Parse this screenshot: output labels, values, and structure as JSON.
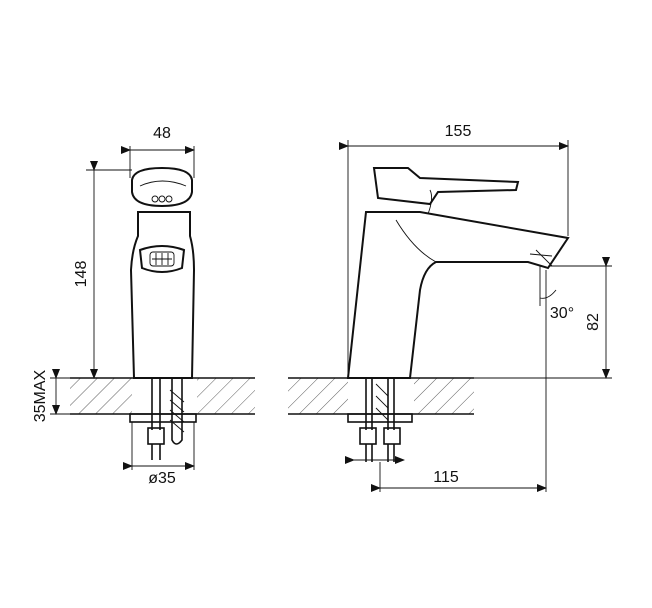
{
  "dimensions": {
    "front_width": "48",
    "front_height": "148",
    "max_counter": "35MAX",
    "hole_diameter": "ø35",
    "side_length": "155",
    "spout_height": "82",
    "spout_angle": "30°",
    "reach": "115"
  }
}
